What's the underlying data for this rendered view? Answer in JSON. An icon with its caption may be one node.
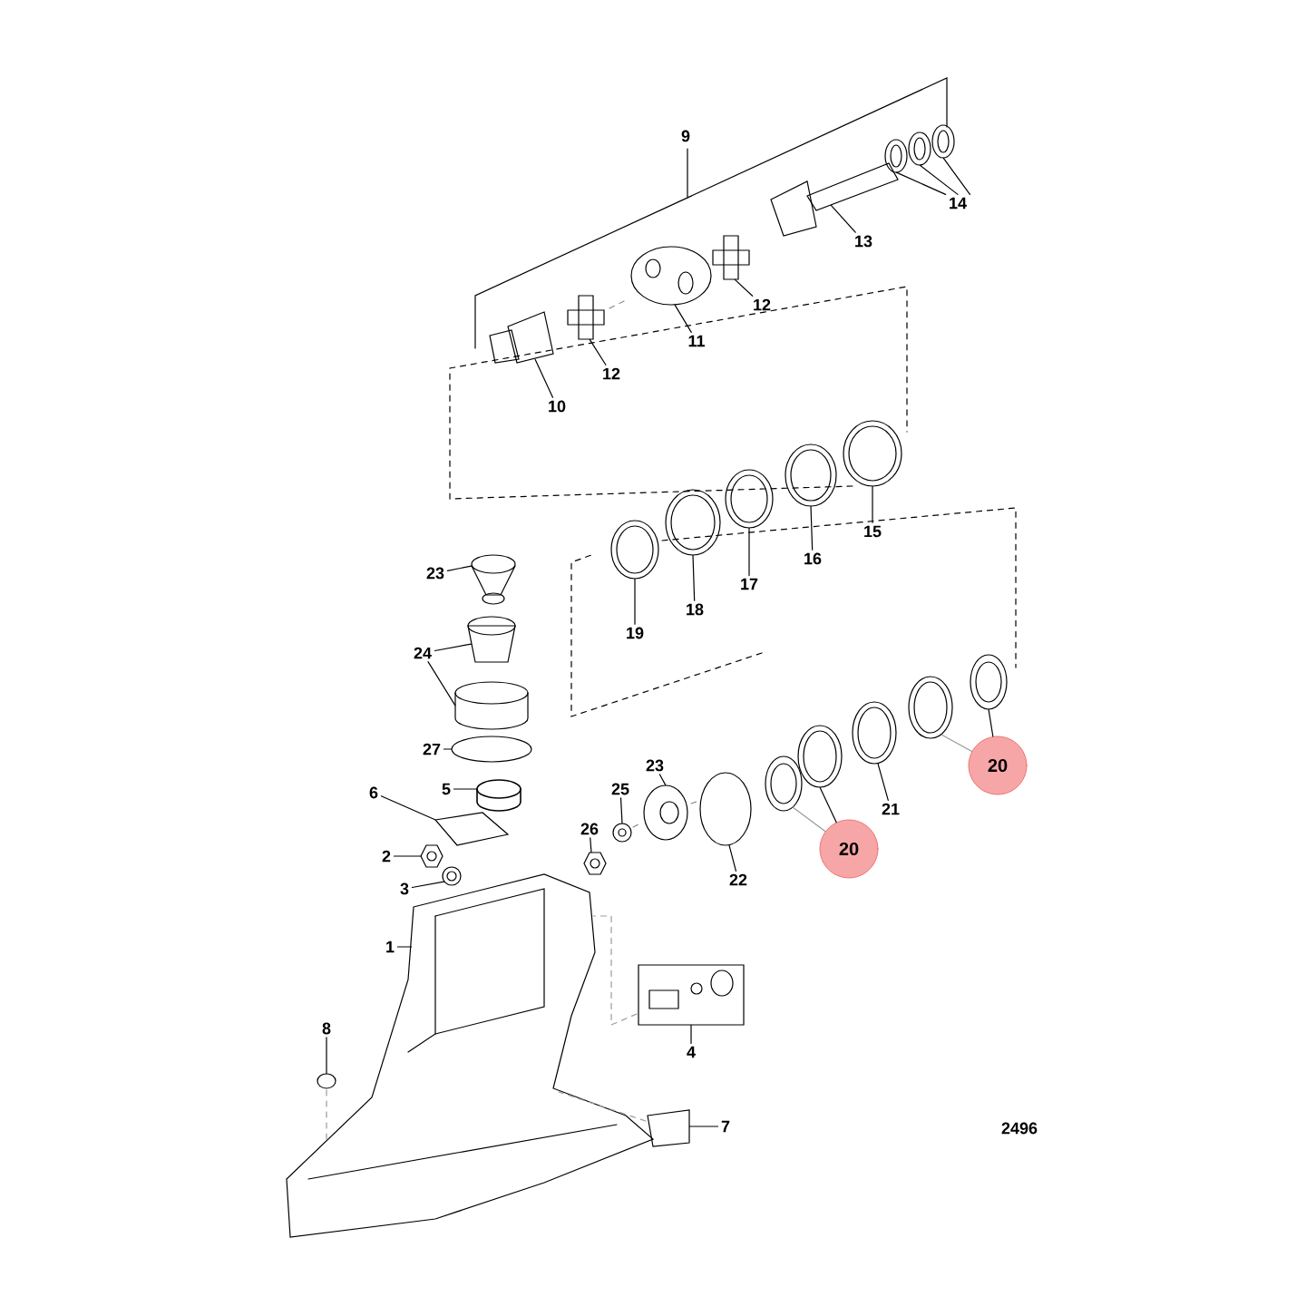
{
  "diagram": {
    "nodes": [
      {
        "text": [
          "14"
        ]
      },
      {
        "text": [
          "13"
        ]
      },
      {
        "text": [
          "12"
        ]
      },
      {
        "text": [
          "11"
        ]
      },
      {
        "text": [
          "12"
        ]
      },
      {
        "text": [
          "10"
        ]
      },
      {
        "text": [
          "15"
        ]
      },
      {
        "text": [
          "16"
        ]
      },
      {
        "text": [
          "23"
        ]
      },
      {
        "text": [
          "17"
        ]
      },
      {
        "text": [
          "18"
        ]
      },
      {
        "text": [
          "19"
        ]
      },
      {
        "text": [
          "24"
        ]
      },
      {
        "text": [
          "27"
        ]
      },
      {
        "text": [
          "23"
        ]
      },
      {
        "text": [
          "20"
        ]
      },
      {
        "text": [
          "5"
        ]
      },
      {
        "text": [
          "25"
        ]
      },
      {
        "text": [
          "6"
        ]
      },
      {
        "text": [
          "21"
        ]
      },
      {
        "text": [
          "26"
        ]
      },
      {
        "text": [
          "20"
        ]
      },
      {
        "text": [
          "2"
        ]
      },
      {
        "text": [
          "22"
        ]
      },
      {
        "text": [
          "3"
        ]
      },
      {
        "text": [
          "1"
        ]
      },
      {
        "text": [
          "8"
        ]
      },
      {
        "text": [
          "4"
        ]
      },
      {
        "text": [
          "7"
        ]
      },
      {
        "text": [],
        "shape": "picture"
      },
      {
        "text": [],
        "shape": "picture"
      },
      {
        "text": [],
        "shape": "picture"
      },
      {
        "text": [],
        "shape": "picture"
      },
      {
        "text": [],
        "shape": "picture"
      },
      {
        "text": [],
        "shape": "picture"
      },
      {
        "text": [],
        "shape": "picture"
      },
      {
        "text": [],
        "shape": "picture"
      },
      {
        "text": [],
        "shape": "picture"
      },
      {
        "text": [],
        "shape": "picture"
      },
      {
        "text": [],
        "shape": "picture"
      },
      {
        "text": [],
        "shape": "picture"
      },
      {
        "text": [],
        "shape": "picture"
      },
      {
        "text": [],
        "shape": "picture"
      },
      {
        "text": [],
        "shape": "picture"
      },
      {
        "text": [],
        "shape": "picture"
      },
      {
        "text": [],
        "shape": "circle"
      },
      {
        "text": [],
        "shape": "picture"
      },
      {
        "text": [],
        "shape": "picture"
      },
      {
        "text": [],
        "shape": "picture"
      },
      {
        "text": [],
        "shape": "cylinder"
      },
      {
        "text": [],
        "shape": "picture"
      },
      {
        "text": [],
        "shape": "picture"
      },
      {
        "text": [],
        "shape": "picture"
      },
      {
        "text": [],
        "shape": "picture"
      },
      {
        "text": [],
        "shape": "picture"
      },
      {
        "text": [],
        "shape": "picture"
      },
      {
        "text": [],
        "shape": "picture"
      },
      {
        "text": [],
        "shape": "circle"
      },
      {
        "text": [],
        "shape": "picture"
      },
      {
        "text": [],
        "shape": "picture"
      },
      {
        "text": [],
        "shape": "circle"
      },
      {
        "text": [],
        "shape": "picture"
      },
      {
        "text": [],
        "shape": "picture"
      }
    ],
    "edges": [
      {
        "from": 0,
        "to": 29,
        "arrow": "none"
      },
      {
        "from": 0,
        "to": 30,
        "arrow": "none"
      },
      {
        "from": 0,
        "to": 31,
        "arrow": "none"
      },
      {
        "from": 1,
        "to": 32,
        "arrow": "none"
      },
      {
        "from": 2,
        "to": 33,
        "arrow": "none"
      },
      {
        "from": 3,
        "to": 34,
        "arrow": "none"
      },
      {
        "from": 4,
        "to": 35,
        "arrow": "none"
      },
      {
        "from": 5,
        "to": 36,
        "arrow": "none"
      },
      {
        "from": 6,
        "to": 37,
        "arrow": "none"
      },
      {
        "from": 7,
        "to": 38,
        "arrow": "none"
      },
      {
        "from": 8,
        "to": 39,
        "arrow": "none"
      },
      {
        "from": 9,
        "to": 40,
        "arrow": "none"
      },
      {
        "from": 10,
        "to": 41,
        "arrow": "none"
      },
      {
        "from": 11,
        "to": 42,
        "arrow": "none"
      },
      {
        "from": 12,
        "to": 43,
        "arrow": "none"
      },
      {
        "from": 12,
        "to": 44,
        "arrow": "none"
      },
      {
        "from": 13,
        "to": 45,
        "arrow": "none"
      },
      {
        "from": 14,
        "to": 46,
        "arrow": "none"
      },
      {
        "from": 15,
        "to": 47,
        "arrow": "none"
      },
      {
        "from": 15,
        "to": 48,
        "arrow": "none",
        "color": "#9a9a9a"
      },
      {
        "from": 16,
        "to": 49,
        "arrow": "none"
      },
      {
        "from": 17,
        "to": 50,
        "arrow": "none"
      },
      {
        "from": 18,
        "to": 51,
        "arrow": "none"
      },
      {
        "from": 19,
        "to": 52,
        "arrow": "none"
      },
      {
        "from": 20,
        "to": 53,
        "arrow": "none"
      },
      {
        "from": 21,
        "to": 55,
        "arrow": "none"
      },
      {
        "from": 21,
        "to": 54,
        "arrow": "none",
        "color": "#9a9a9a"
      },
      {
        "from": 22,
        "to": 56,
        "arrow": "none"
      },
      {
        "from": 23,
        "to": 57,
        "arrow": "none"
      },
      {
        "from": 24,
        "to": 58,
        "arrow": "none"
      },
      {
        "from": 25,
        "to": 59,
        "arrow": "none"
      },
      {
        "from": 26,
        "to": 60,
        "arrow": "none"
      },
      {
        "from": 27,
        "to": 61,
        "arrow": "none"
      },
      {
        "from": 28,
        "to": 62,
        "arrow": "none"
      },
      {
        "from": 61,
        "to": 59,
        "arrow": "none",
        "style": "dashed",
        "color": "#9a9a9a"
      },
      {
        "from": 60,
        "to": 59,
        "arrow": "none",
        "style": "dashed",
        "color": "#9a9a9a"
      },
      {
        "from": 62,
        "to": 59,
        "arrow": "none",
        "style": "dashed",
        "color": "#9a9a9a"
      }
    ],
    "labels": [
      "9",
      "2496"
    ]
  }
}
